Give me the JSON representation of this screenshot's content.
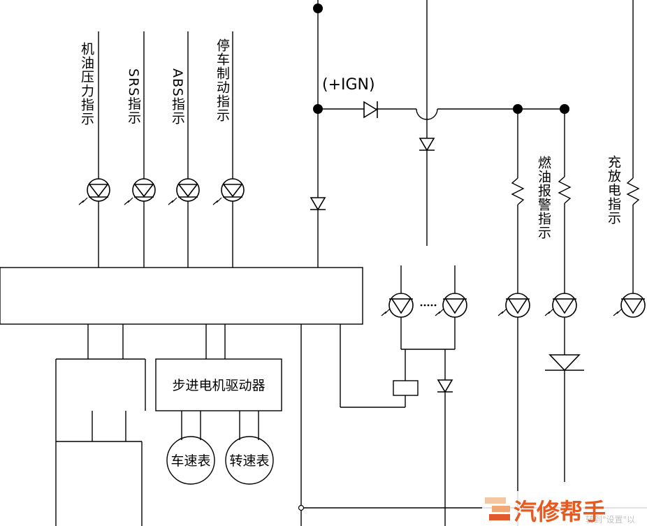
{
  "labels": {
    "oil_pressure": "机油压力指示",
    "srs": "SRS指示",
    "abs": "ABS指示",
    "parking_brake": "停车制动指示",
    "ignition": "(+IGN)",
    "fuel_alarm": "燃油报警指示",
    "charge": "充放电指示",
    "stepper_driver": "步进电机驱动器",
    "speedometer": "车速表",
    "tachometer": "转速表"
  },
  "watermark": {
    "brand": "汽修帮手",
    "faint": "转到\"设置\"以"
  }
}
